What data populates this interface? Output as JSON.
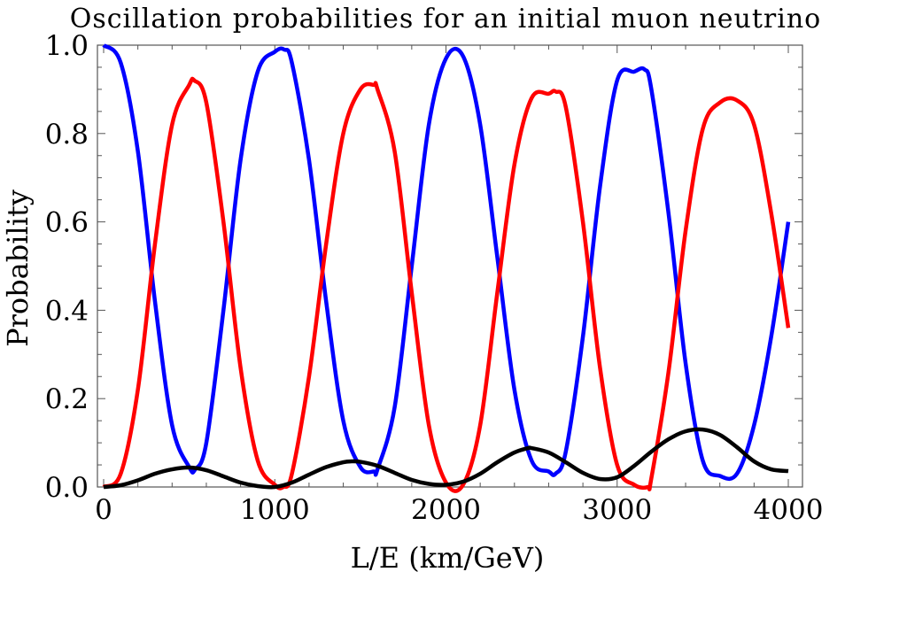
{
  "chart_data": {
    "type": "line",
    "title": "Oscillation probabilities for an initial muon neutrino",
    "xlabel": "L/E (km/GeV)",
    "ylabel": "Probability",
    "xlim": [
      0,
      4000
    ],
    "ylim": [
      0,
      1
    ],
    "xticks": [
      "0",
      "1000",
      "2000",
      "3000",
      "4000"
    ],
    "yticks": [
      "0.0",
      "0.2",
      "0.4",
      "0.6",
      "0.8",
      "1.0"
    ],
    "grid": false,
    "legend": "none",
    "series": [
      {
        "color": "#0000ff",
        "x": [
          0,
          100,
          200,
          300,
          400,
          500,
          535,
          600,
          700,
          800,
          900,
          1000,
          1055,
          1100,
          1200,
          1300,
          1400,
          1500,
          1580,
          1600,
          1700,
          1800,
          1900,
          2000,
          2100,
          2200,
          2300,
          2400,
          2500,
          2600,
          2640,
          2700,
          2800,
          2900,
          3000,
          3100,
          3160,
          3200,
          3300,
          3400,
          3500,
          3600,
          3700,
          3800,
          3900,
          4000
        ],
        "y": [
          1.0,
          0.96,
          0.76,
          0.42,
          0.14,
          0.045,
          0.04,
          0.1,
          0.4,
          0.74,
          0.94,
          0.985,
          0.99,
          0.96,
          0.74,
          0.42,
          0.15,
          0.045,
          0.035,
          0.04,
          0.18,
          0.5,
          0.82,
          0.97,
          0.975,
          0.82,
          0.52,
          0.22,
          0.06,
          0.035,
          0.03,
          0.08,
          0.34,
          0.68,
          0.92,
          0.94,
          0.945,
          0.9,
          0.62,
          0.28,
          0.06,
          0.025,
          0.03,
          0.14,
          0.34,
          0.6
        ]
      },
      {
        "color": "#ff0000",
        "x": [
          0,
          100,
          200,
          300,
          400,
          500,
          530,
          600,
          700,
          800,
          900,
          1000,
          1050,
          1100,
          1200,
          1300,
          1400,
          1500,
          1580,
          1600,
          1700,
          1800,
          1900,
          2000,
          2100,
          2200,
          2300,
          2400,
          2500,
          2600,
          2640,
          2700,
          2800,
          2900,
          3000,
          3100,
          3180,
          3200,
          3300,
          3400,
          3500,
          3600,
          3700,
          3800,
          3900,
          4000
        ],
        "y": [
          0.0,
          0.03,
          0.22,
          0.55,
          0.82,
          0.91,
          0.92,
          0.87,
          0.6,
          0.27,
          0.06,
          0.005,
          0.0,
          0.03,
          0.25,
          0.55,
          0.8,
          0.9,
          0.91,
          0.9,
          0.76,
          0.44,
          0.14,
          0.01,
          0.005,
          0.14,
          0.44,
          0.73,
          0.88,
          0.89,
          0.895,
          0.86,
          0.6,
          0.27,
          0.05,
          0.005,
          0.0,
          0.02,
          0.26,
          0.58,
          0.81,
          0.87,
          0.875,
          0.82,
          0.62,
          0.36
        ]
      },
      {
        "color": "#000000",
        "x": [
          0,
          100,
          200,
          300,
          400,
          500,
          600,
          700,
          800,
          900,
          1000,
          1100,
          1200,
          1300,
          1400,
          1450,
          1500,
          1600,
          1700,
          1800,
          1900,
          2000,
          2100,
          2200,
          2300,
          2400,
          2480,
          2500,
          2600,
          2700,
          2800,
          2900,
          3000,
          3100,
          3200,
          3300,
          3400,
          3500,
          3600,
          3700,
          3800,
          3900,
          4000
        ],
        "y": [
          0.0,
          0.004,
          0.015,
          0.03,
          0.04,
          0.044,
          0.038,
          0.024,
          0.01,
          0.002,
          0.0,
          0.01,
          0.028,
          0.045,
          0.056,
          0.058,
          0.057,
          0.048,
          0.032,
          0.016,
          0.007,
          0.005,
          0.012,
          0.03,
          0.056,
          0.078,
          0.088,
          0.088,
          0.078,
          0.056,
          0.032,
          0.018,
          0.022,
          0.048,
          0.08,
          0.108,
          0.126,
          0.13,
          0.118,
          0.09,
          0.058,
          0.04,
          0.036
        ]
      }
    ]
  }
}
